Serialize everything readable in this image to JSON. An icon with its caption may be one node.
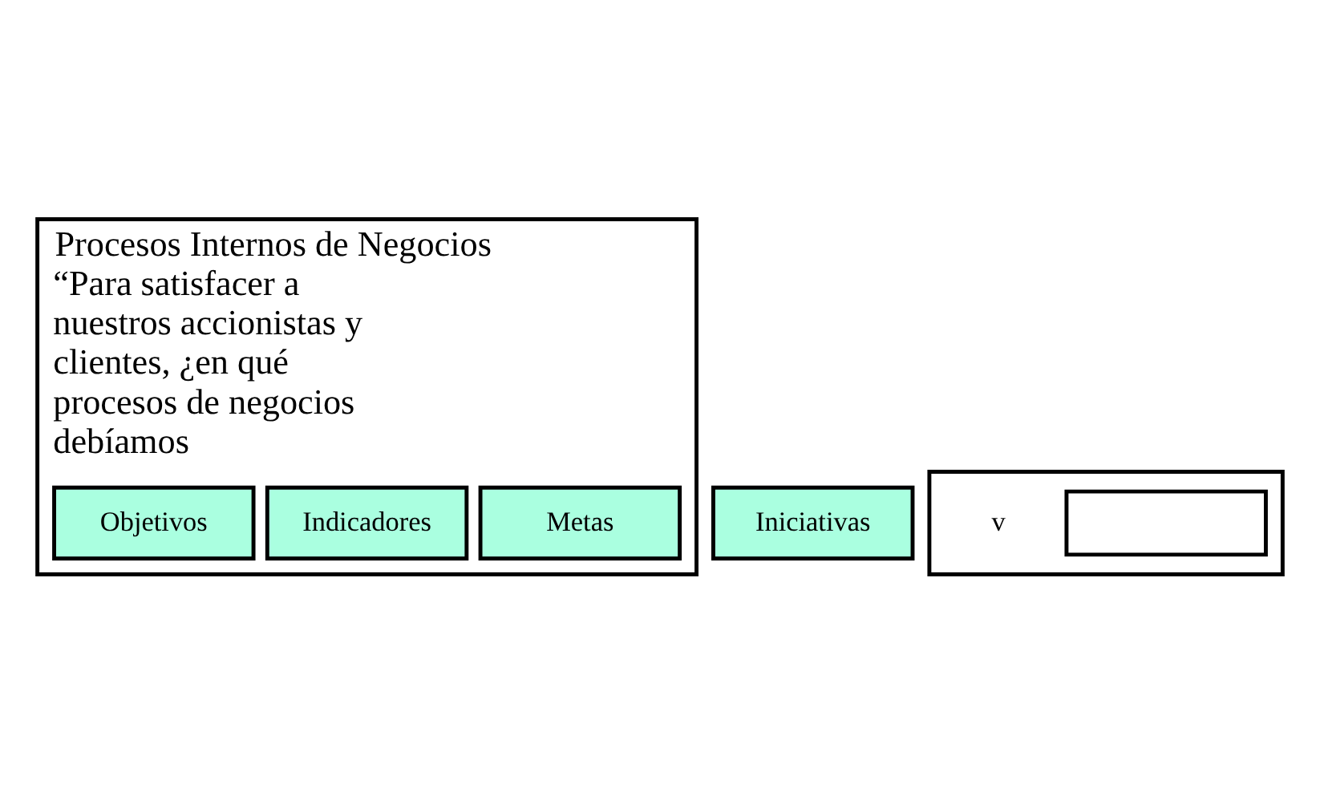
{
  "diagram": {
    "nodes": [
      {
        "text": [
          "Procesos Internos de Negocios",
          "“Para satisfacer a nuestros accionistas y clientes, ¿en qué procesos de negocios debíamos"
        ]
      },
      {
        "text": [
          "Objetivos"
        ],
        "in": 0
      },
      {
        "text": [
          "Indicadores"
        ],
        "in": 0
      },
      {
        "text": [
          "Metas"
        ],
        "in": 0
      },
      {
        "text": [
          "Iniciativas"
        ]
      },
      {
        "text": [],
        "shape": "box"
      },
      {
        "text": [],
        "shape": "box",
        "in": 5
      }
    ],
    "labels": [
      "v"
    ]
  }
}
